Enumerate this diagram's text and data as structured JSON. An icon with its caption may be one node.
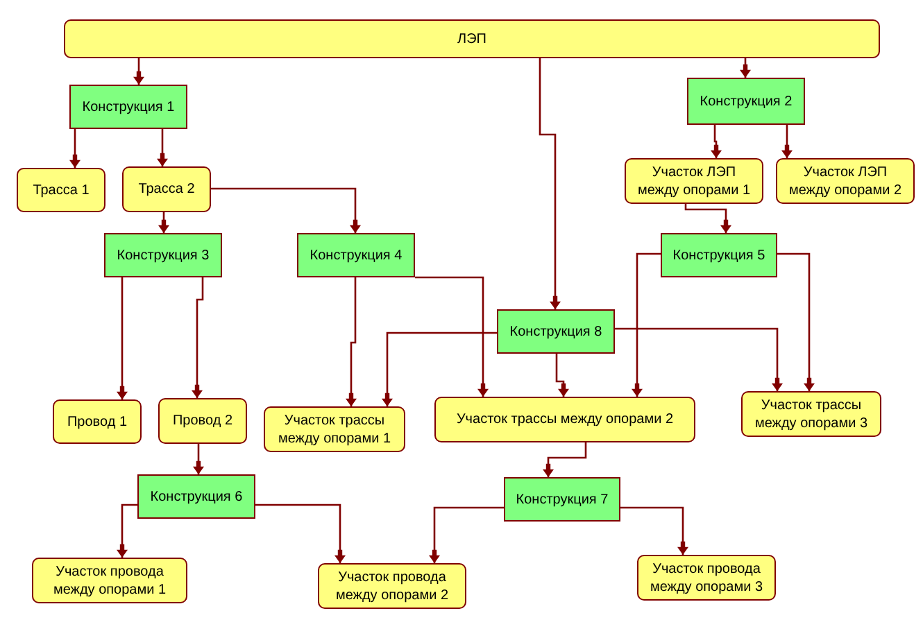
{
  "diagram": {
    "nodes": [
      {
        "text": [
          "ЛЭП"
        ]
      },
      {
        "text": [
          "Конструкция 1"
        ]
      },
      {
        "text": [
          "Конструкция 2"
        ]
      },
      {
        "text": [
          "Трасса 1"
        ]
      },
      {
        "text": [
          "Трасса 2"
        ]
      },
      {
        "text": [
          "Участок ЛЭП между опорами 1"
        ]
      },
      {
        "text": [
          "Участок ЛЭП между опорами 2"
        ]
      },
      {
        "text": [
          "Конструкция 3"
        ]
      },
      {
        "text": [
          "Конструкция 4"
        ]
      },
      {
        "text": [
          "Конструкция 5"
        ]
      },
      {
        "text": [
          "Конструкция 8"
        ]
      },
      {
        "text": [
          "Провод 1"
        ]
      },
      {
        "text": [
          "Провод 2"
        ]
      },
      {
        "text": [
          "Участок трассы между опорами 1"
        ]
      },
      {
        "text": [
          "Участок трассы между опорами 2"
        ]
      },
      {
        "text": [
          "Участок трассы между опорами 3"
        ]
      },
      {
        "text": [
          "Конструкция 6"
        ]
      },
      {
        "text": [
          "Конструкция 7"
        ]
      },
      {
        "text": [
          "Участок провода между опорами 1"
        ]
      },
      {
        "text": [
          "Участок провода между опорами 2"
        ]
      },
      {
        "text": [
          "Участок провода между опорами 3"
        ]
      }
    ],
    "edges": [
      {
        "from": 0,
        "to": 1,
        "arrow": "to"
      },
      {
        "from": 0,
        "to": 10,
        "arrow": "to"
      },
      {
        "from": 0,
        "to": 2,
        "arrow": "to"
      },
      {
        "from": 1,
        "to": 3,
        "arrow": "to"
      },
      {
        "from": 1,
        "to": 4,
        "arrow": "to"
      },
      {
        "from": 4,
        "to": 7,
        "arrow": "to"
      },
      {
        "from": 4,
        "to": 8,
        "arrow": "to"
      },
      {
        "from": 2,
        "to": 5,
        "arrow": "to"
      },
      {
        "from": 2,
        "to": 6,
        "arrow": "to"
      },
      {
        "from": 5,
        "to": 9,
        "arrow": "to"
      },
      {
        "from": 7,
        "to": 11,
        "arrow": "to"
      },
      {
        "from": 7,
        "to": 12,
        "arrow": "to"
      },
      {
        "from": 8,
        "to": 13,
        "arrow": "to"
      },
      {
        "from": 8,
        "to": 14,
        "arrow": "to"
      },
      {
        "from": 9,
        "to": 14,
        "arrow": "to"
      },
      {
        "from": 9,
        "to": 15,
        "arrow": "to"
      },
      {
        "from": 10,
        "to": 13,
        "arrow": "to"
      },
      {
        "from": 10,
        "to": 14,
        "arrow": "to"
      },
      {
        "from": 10,
        "to": 15,
        "arrow": "to"
      },
      {
        "from": 12,
        "to": 16,
        "arrow": "to"
      },
      {
        "from": 16,
        "to": 18,
        "arrow": "to"
      },
      {
        "from": 16,
        "to": 19,
        "arrow": "to"
      },
      {
        "from": 14,
        "to": 17,
        "arrow": "to"
      },
      {
        "from": 17,
        "to": 19,
        "arrow": "to"
      },
      {
        "from": 17,
        "to": 20,
        "arrow": "to"
      }
    ]
  }
}
